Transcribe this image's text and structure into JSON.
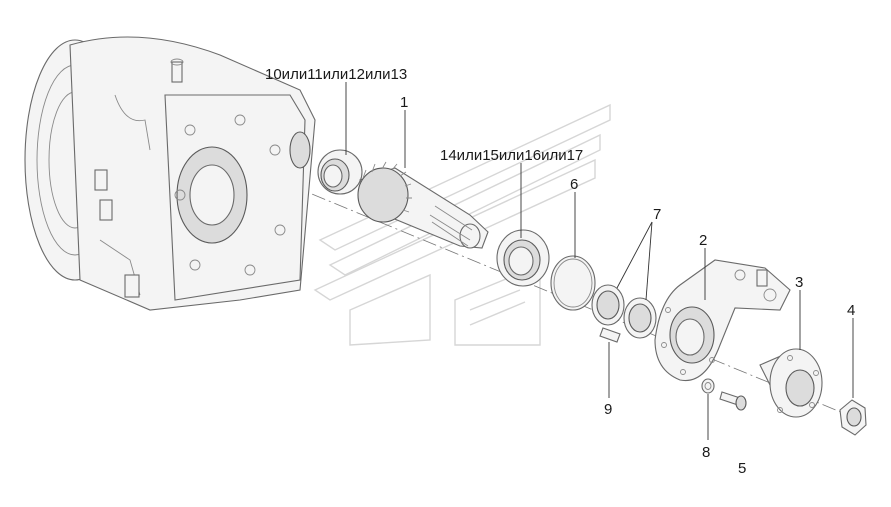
{
  "labels": {
    "item_10_13": "10или11или12или13",
    "item_1": "1",
    "item_14_17": "14или15или16или17",
    "item_6": "6",
    "item_7": "7",
    "item_2": "2",
    "item_3": "3",
    "item_4": "4",
    "item_9": "9",
    "item_8": "8",
    "item_5": "5"
  },
  "colors": {
    "line": "#6a6a6a",
    "text": "#1a1a1a",
    "watermark": "#d6d6d6"
  }
}
